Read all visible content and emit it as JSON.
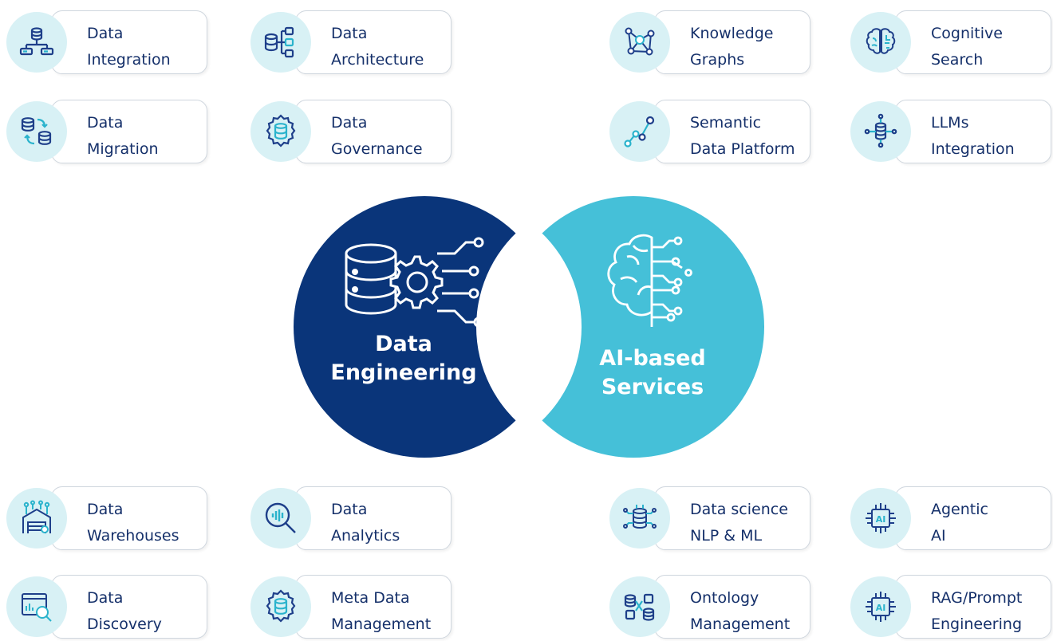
{
  "colors": {
    "left_circle": "#0a357a",
    "right_circle": "#45c0d8",
    "bubble": "#d8f1f5",
    "card_text": "#15306a",
    "icon_dark": "#1e3f8a",
    "icon_teal": "#2ab3cc"
  },
  "venn": {
    "left_label": "Data\nEngineering",
    "right_label": "AI-based\nServices",
    "left_icon": "database-gear-circuit-icon",
    "right_icon": "brain-circuit-icon"
  },
  "cards": {
    "data_integration": {
      "label": "Data\nIntegration",
      "icon": "database-network-icon"
    },
    "data_architecture": {
      "label": "Data\nArchitecture",
      "icon": "database-hierarchy-icon"
    },
    "knowledge_graphs": {
      "label": "Knowledge\nGraphs",
      "icon": "network-graph-icon"
    },
    "cognitive_search": {
      "label": "Cognitive\nSearch",
      "icon": "brain-icon"
    },
    "data_migration": {
      "label": "Data\nMigration",
      "icon": "database-transfer-icon"
    },
    "data_governance": {
      "label": "Data\nGovernance",
      "icon": "database-gear-icon"
    },
    "semantic_data_platform": {
      "label": "Semantic\nData Platform",
      "icon": "node-path-icon"
    },
    "llms_integration": {
      "label": "LLMs\nIntegration",
      "icon": "database-hub-icon"
    },
    "data_warehouses": {
      "label": "Data\nWarehouses",
      "icon": "warehouse-icon"
    },
    "data_analytics": {
      "label": "Data\nAnalytics",
      "icon": "magnifier-chart-icon"
    },
    "data_science": {
      "label": "Data science\nNLP & ML",
      "icon": "database-circuit-icon"
    },
    "agentic_ai": {
      "label": "Agentic\nAI",
      "icon": "ai-chip-icon"
    },
    "data_discovery": {
      "label": "Data\nDiscovery",
      "icon": "browser-search-icon"
    },
    "meta_data_management": {
      "label": "Meta Data\nManagement",
      "icon": "database-gear-icon"
    },
    "ontology_management": {
      "label": "Ontology\nManagement",
      "icon": "database-exchange-icon"
    },
    "rag_prompt_engineering": {
      "label": "RAG/Prompt\nEngineering",
      "icon": "ai-chip-icon"
    }
  }
}
